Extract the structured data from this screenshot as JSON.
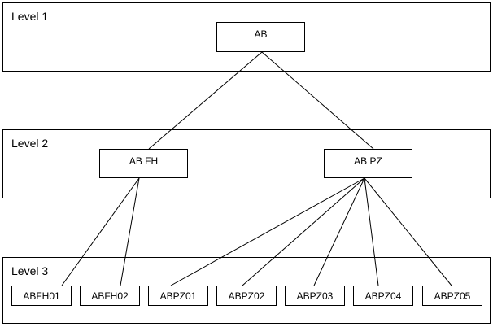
{
  "levels": [
    {
      "label": "Level 1"
    },
    {
      "label": "Level 2"
    },
    {
      "label": "Level 3"
    }
  ],
  "nodes": {
    "root": "AB",
    "fh": "AB FH",
    "pz": "AB PZ",
    "leaves": [
      "ABFH01",
      "ABFH02",
      "ABPZ01",
      "ABPZ02",
      "ABPZ03",
      "ABPZ04",
      "ABPZ05"
    ]
  },
  "edges": [
    [
      "root",
      "fh"
    ],
    [
      "root",
      "pz"
    ],
    [
      "fh",
      "leaf0"
    ],
    [
      "fh",
      "leaf1"
    ],
    [
      "pz",
      "leaf2"
    ],
    [
      "pz",
      "leaf3"
    ],
    [
      "pz",
      "leaf4"
    ],
    [
      "pz",
      "leaf5"
    ],
    [
      "pz",
      "leaf6"
    ]
  ],
  "colors": {
    "line": "#000000",
    "background": "#ffffff"
  }
}
